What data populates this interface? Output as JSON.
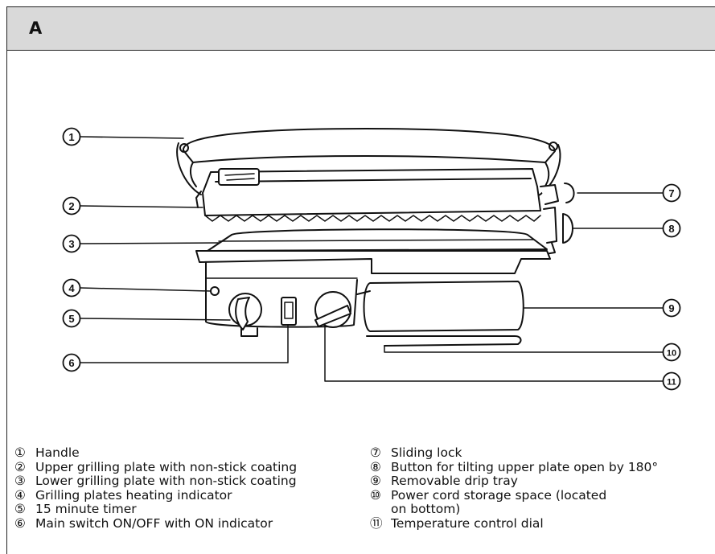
{
  "header": {
    "label": "A"
  },
  "callouts": [
    "1",
    "2",
    "3",
    "4",
    "5",
    "6",
    "7",
    "8",
    "9",
    "10",
    "11"
  ],
  "legend": {
    "left": [
      {
        "num": "①",
        "text": "Handle"
      },
      {
        "num": "②",
        "text": "Upper grilling plate with non-stick coating"
      },
      {
        "num": "③",
        "text": "Lower grilling plate with non-stick coating"
      },
      {
        "num": "④",
        "text": "Grilling plates heating indicator"
      },
      {
        "num": "⑤",
        "text": "15 minute timer"
      },
      {
        "num": "⑥",
        "text": "Main switch ON/OFF with ON indicator"
      }
    ],
    "right": [
      {
        "num": "⑦",
        "text": "Sliding lock"
      },
      {
        "num": "⑧",
        "text": "Button for tilting upper plate open by 180°"
      },
      {
        "num": "⑨",
        "text": "Removable drip tray"
      },
      {
        "num": "⑩",
        "text": "Power cord storage space (located\non bottom)"
      },
      {
        "num": "⑪",
        "text": "Temperature control dial"
      }
    ]
  }
}
